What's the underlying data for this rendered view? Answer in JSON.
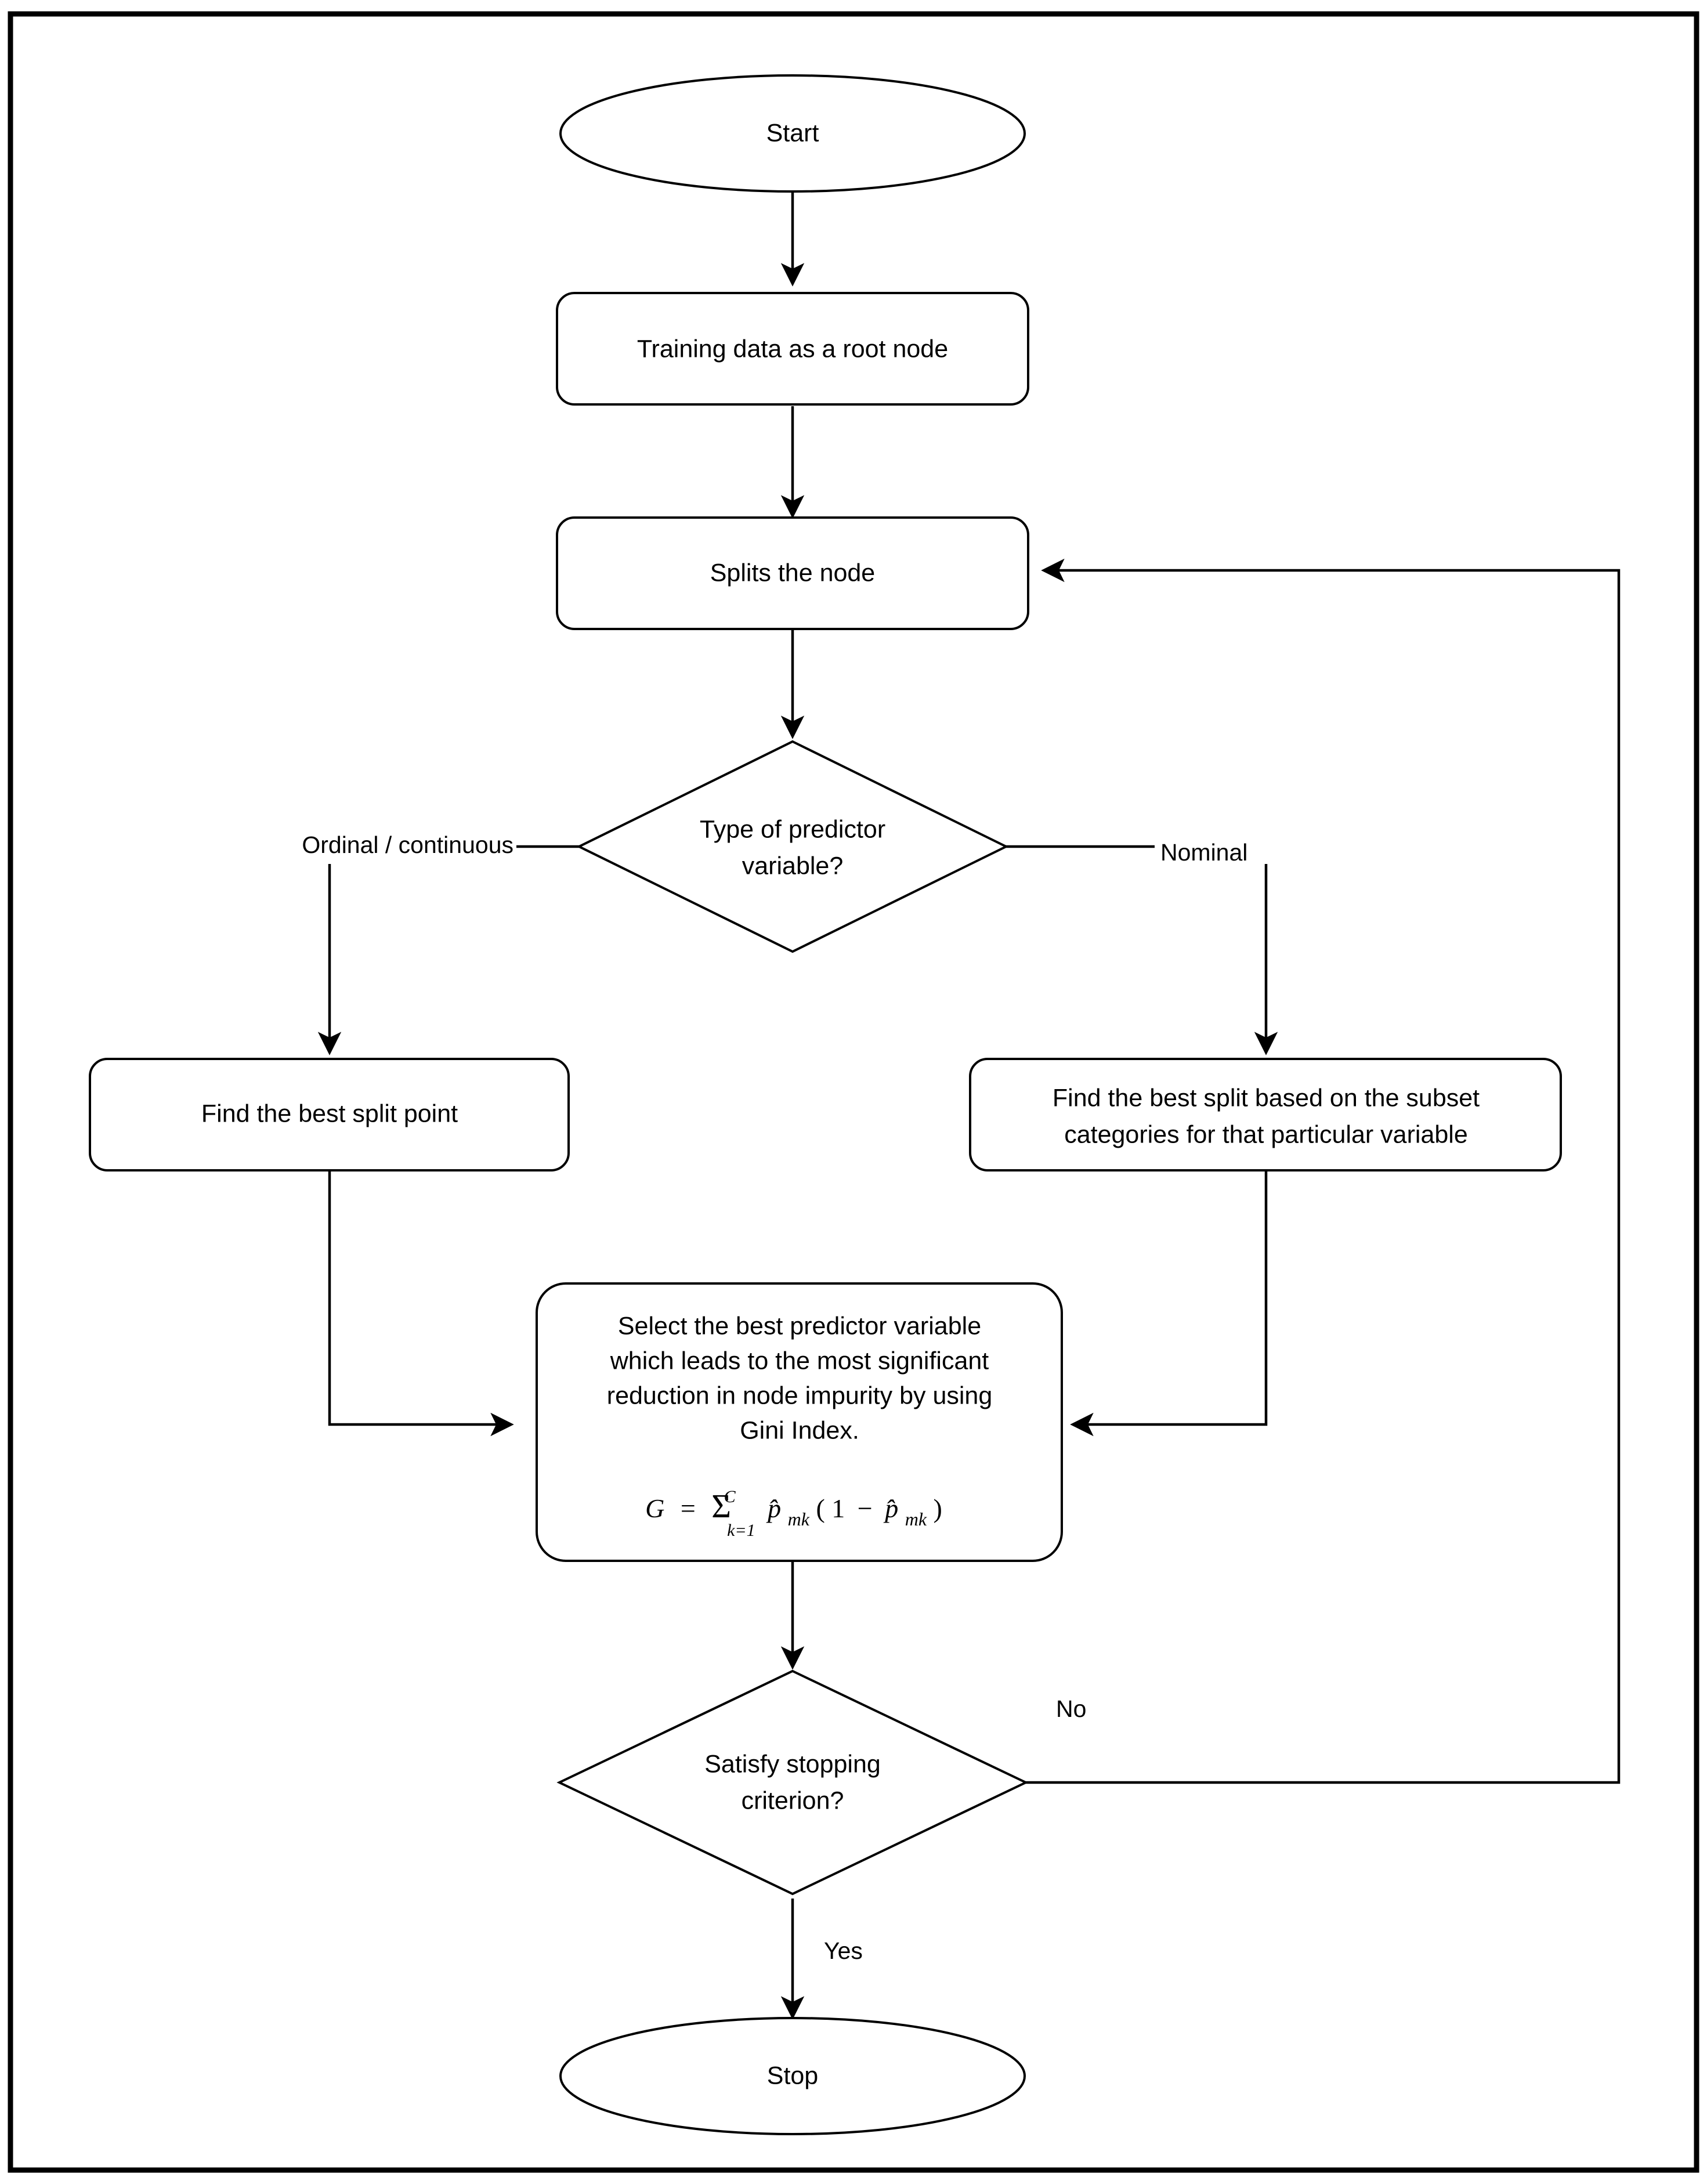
{
  "diagram": {
    "title": "Decision tree construction flowchart",
    "colors": {
      "stroke": "#000000",
      "fill": "#ffffff",
      "background": "#ffffff"
    },
    "nodes": {
      "start": {
        "label": "Start",
        "shape": "ellipse"
      },
      "root": {
        "label": "Training data as a root node",
        "shape": "rounded-rect"
      },
      "split": {
        "label": "Splits the node",
        "shape": "rounded-rect"
      },
      "predictor_type": {
        "label_line1": "Type of predictor",
        "label_line2": "variable?",
        "shape": "diamond"
      },
      "best_split_point": {
        "label": "Find the best split point",
        "shape": "rounded-rect"
      },
      "best_split_subset": {
        "label_line1": "Find the best split based on the subset",
        "label_line2": "categories for that particular variable",
        "shape": "rounded-rect"
      },
      "gini": {
        "label_line1": "Select the best predictor variable",
        "label_line2": "which leads to the most significant",
        "label_line3": "reduction in node impurity by using",
        "label_line4": "Gini Index.",
        "formula": {
          "lhs": "G",
          "equals": "=",
          "sigma": "Σ",
          "sigma_upper": "C",
          "sigma_lower": "k=1",
          "term": "p̂",
          "term_sub": "mk",
          "paren_open": "(",
          "one": "1",
          "minus": "−",
          "term2": "p̂",
          "term2_sub": "mk",
          "paren_close": ")",
          "plain": "G = Σ(k=1..C) p̂mk(1 − p̂mk)"
        },
        "shape": "rounded-rect"
      },
      "stopping": {
        "label_line1": "Satisfy stopping",
        "label_line2": "criterion?",
        "shape": "diamond"
      },
      "stop": {
        "label": "Stop",
        "shape": "ellipse"
      }
    },
    "edge_labels": {
      "ordinal": "Ordinal / continuous",
      "nominal": "Nominal",
      "no": "No",
      "yes": "Yes"
    }
  }
}
